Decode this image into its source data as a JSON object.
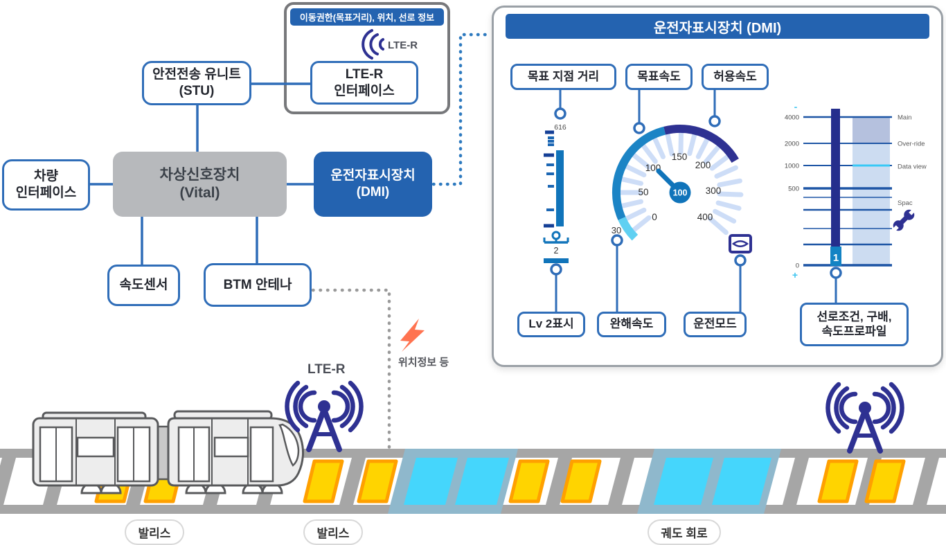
{
  "left_diagram": {
    "stu": {
      "line1": "안전전송 유니트",
      "line2": "(STU)"
    },
    "mobility_banner": "이동권한(목표거리), 위치, 선로 정보",
    "lte_small_label": "LTE-R",
    "lte_interface": {
      "line1": "LTE-R",
      "line2": "인터페이스"
    },
    "vehicle_interface": {
      "line1": "차량",
      "line2": "인터페이스"
    },
    "vital": {
      "line1": "차상신호장치",
      "line2": "(Vital)"
    },
    "dmi": {
      "line1": "운전자표시장치",
      "line2": "(DMI)"
    },
    "speed_sensor": "속도센서",
    "btm_antenna": "BTM 안테나"
  },
  "dmi_panel": {
    "title": "운전자표시장치 (DMI)",
    "labels": {
      "target_distance": "목표 지점 거리",
      "target_speed": "목표속도",
      "permitted_speed": "허용속도",
      "lv2": "Lv 2표시",
      "release_speed": "완해속도",
      "drive_mode": "운전모드",
      "track_profile_line1": "선로조건, 구배,",
      "track_profile_line2": "속도프로파일"
    },
    "distance_scale": {
      "top_value": "616",
      "bottom_value": "2"
    },
    "gauge": {
      "tick_labels": [
        "0",
        "50",
        "100",
        "150",
        "200",
        "300",
        "400"
      ],
      "current_speed": "100",
      "release_speed": "30"
    },
    "planning_area": {
      "axis_values": [
        "4000",
        "2000",
        "1000",
        "500",
        "0"
      ],
      "minus": "-",
      "plus": "+",
      "menu": [
        "Main",
        "Over-ride",
        "Data view",
        "Spac"
      ],
      "level": "1"
    }
  },
  "ground": {
    "lte_antenna_label": "LTE-R",
    "position_info": "위치정보 등",
    "balise_label_1": "발리스",
    "balise_label_2": "발리스",
    "track_circuit_label": "궤도 회로"
  },
  "colors": {
    "primary_blue": "#2463b0",
    "border_blue": "#2f6db8",
    "navy": "#2e3192",
    "gauge_blue": "#1b84c5",
    "gauge_cyan": "#5fd0f2",
    "tick_light": "#cdddf7",
    "scale_blue": "#1074ba",
    "track_gray": "#a6a6a6",
    "circuit_cyan": "#45d6fc",
    "circuit_border": "#8fb8cc",
    "balise_yellow": "#ffd400",
    "balise_orange": "#ffa000",
    "bolt_orange": "#ff7350"
  }
}
